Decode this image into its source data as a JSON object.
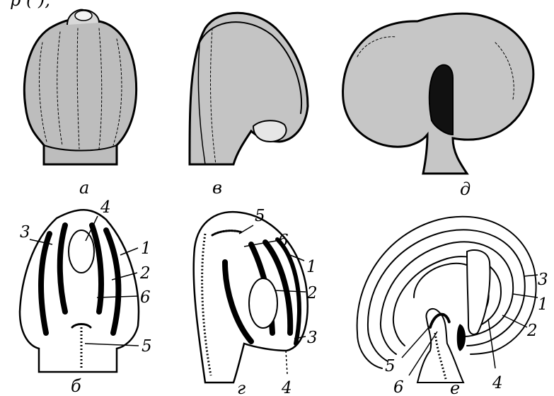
{
  "top_caption_fragment": "р          (         ),",
  "panels": [
    {
      "id": "a",
      "letter": "а"
    },
    {
      "id": "v",
      "letter": "в"
    },
    {
      "id": "d",
      "letter": "д"
    },
    {
      "id": "b",
      "letter": "б",
      "numbers": [
        "3",
        "4",
        "1",
        "2",
        "6",
        "5"
      ]
    },
    {
      "id": "g",
      "letter": "г",
      "numbers": [
        "5",
        "6",
        "1",
        "2",
        "3",
        "4"
      ]
    },
    {
      "id": "e",
      "letter": "е",
      "numbers": [
        "3",
        "1",
        "2",
        "4",
        "5",
        "6"
      ]
    }
  ],
  "colors": {
    "ink": "#000000",
    "paper": "#ffffff"
  }
}
